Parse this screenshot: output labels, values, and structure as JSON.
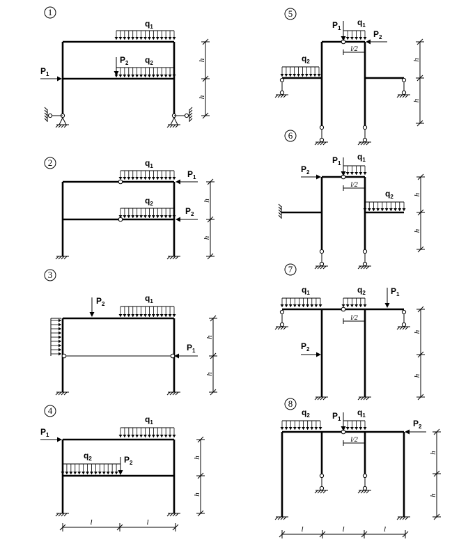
{
  "variants": [
    "1",
    "2",
    "3",
    "4",
    "5",
    "6",
    "7",
    "8"
  ],
  "loads": {
    "q": "q",
    "p": "P",
    "one": "1",
    "two": "2"
  },
  "dims": {
    "h": "h",
    "l": "l",
    "half": "l/2"
  },
  "colors": {
    "line": "#000000",
    "background": "#ffffff"
  }
}
